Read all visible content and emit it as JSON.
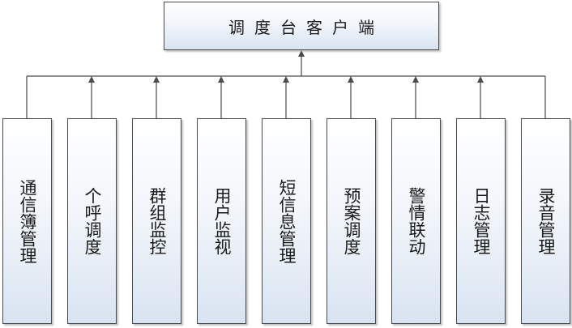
{
  "root": {
    "label": "调度台客户端"
  },
  "modules": [
    {
      "label": "通信簿管理"
    },
    {
      "label": "个呼调度"
    },
    {
      "label": "群组监控"
    },
    {
      "label": "用户监视"
    },
    {
      "label": "短信息管理"
    },
    {
      "label": "预案调度"
    },
    {
      "label": "警情联动"
    },
    {
      "label": "日志管理"
    },
    {
      "label": "录音管理"
    }
  ],
  "colors": {
    "line": "#4a4a4a",
    "box_top": "#ffffff",
    "box_bottom": "#d9e4f1"
  }
}
